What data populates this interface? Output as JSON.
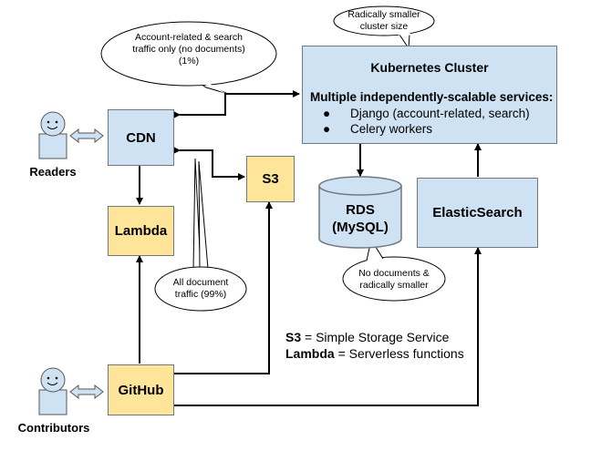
{
  "kubernetes": {
    "title": "Kubernetes Cluster",
    "subtitle": "Multiple independently-scalable services:",
    "services": [
      "Django (account-related, search)",
      "Celery workers"
    ]
  },
  "nodes": {
    "cdn": "CDN",
    "s3": "S3",
    "lambda": "Lambda",
    "github": "GitHub",
    "rds_line1": "RDS",
    "rds_line2": "(MySQL)",
    "elasticsearch": "ElasticSearch"
  },
  "actors": {
    "readers": "Readers",
    "contributors": "Contributors"
  },
  "callouts": {
    "account_traffic": [
      "Account-related & search",
      "traffic only (no documents)",
      "(1%)"
    ],
    "cluster_size": [
      "Radically smaller",
      "cluster size"
    ],
    "document_traffic": [
      "All document",
      "traffic (99%)"
    ],
    "rds_note": [
      "No documents &",
      "radically smaller"
    ]
  },
  "legend": {
    "s3_term": "S3",
    "s3_def": " = Simple Storage Service",
    "lambda_term": "Lambda",
    "lambda_def": " = Serverless functions"
  },
  "colors": {
    "blue_fill": "#cfe2f3",
    "yellow_fill": "#ffe599",
    "border": "#6f7780",
    "actor_fill": "#cfe2f3"
  }
}
